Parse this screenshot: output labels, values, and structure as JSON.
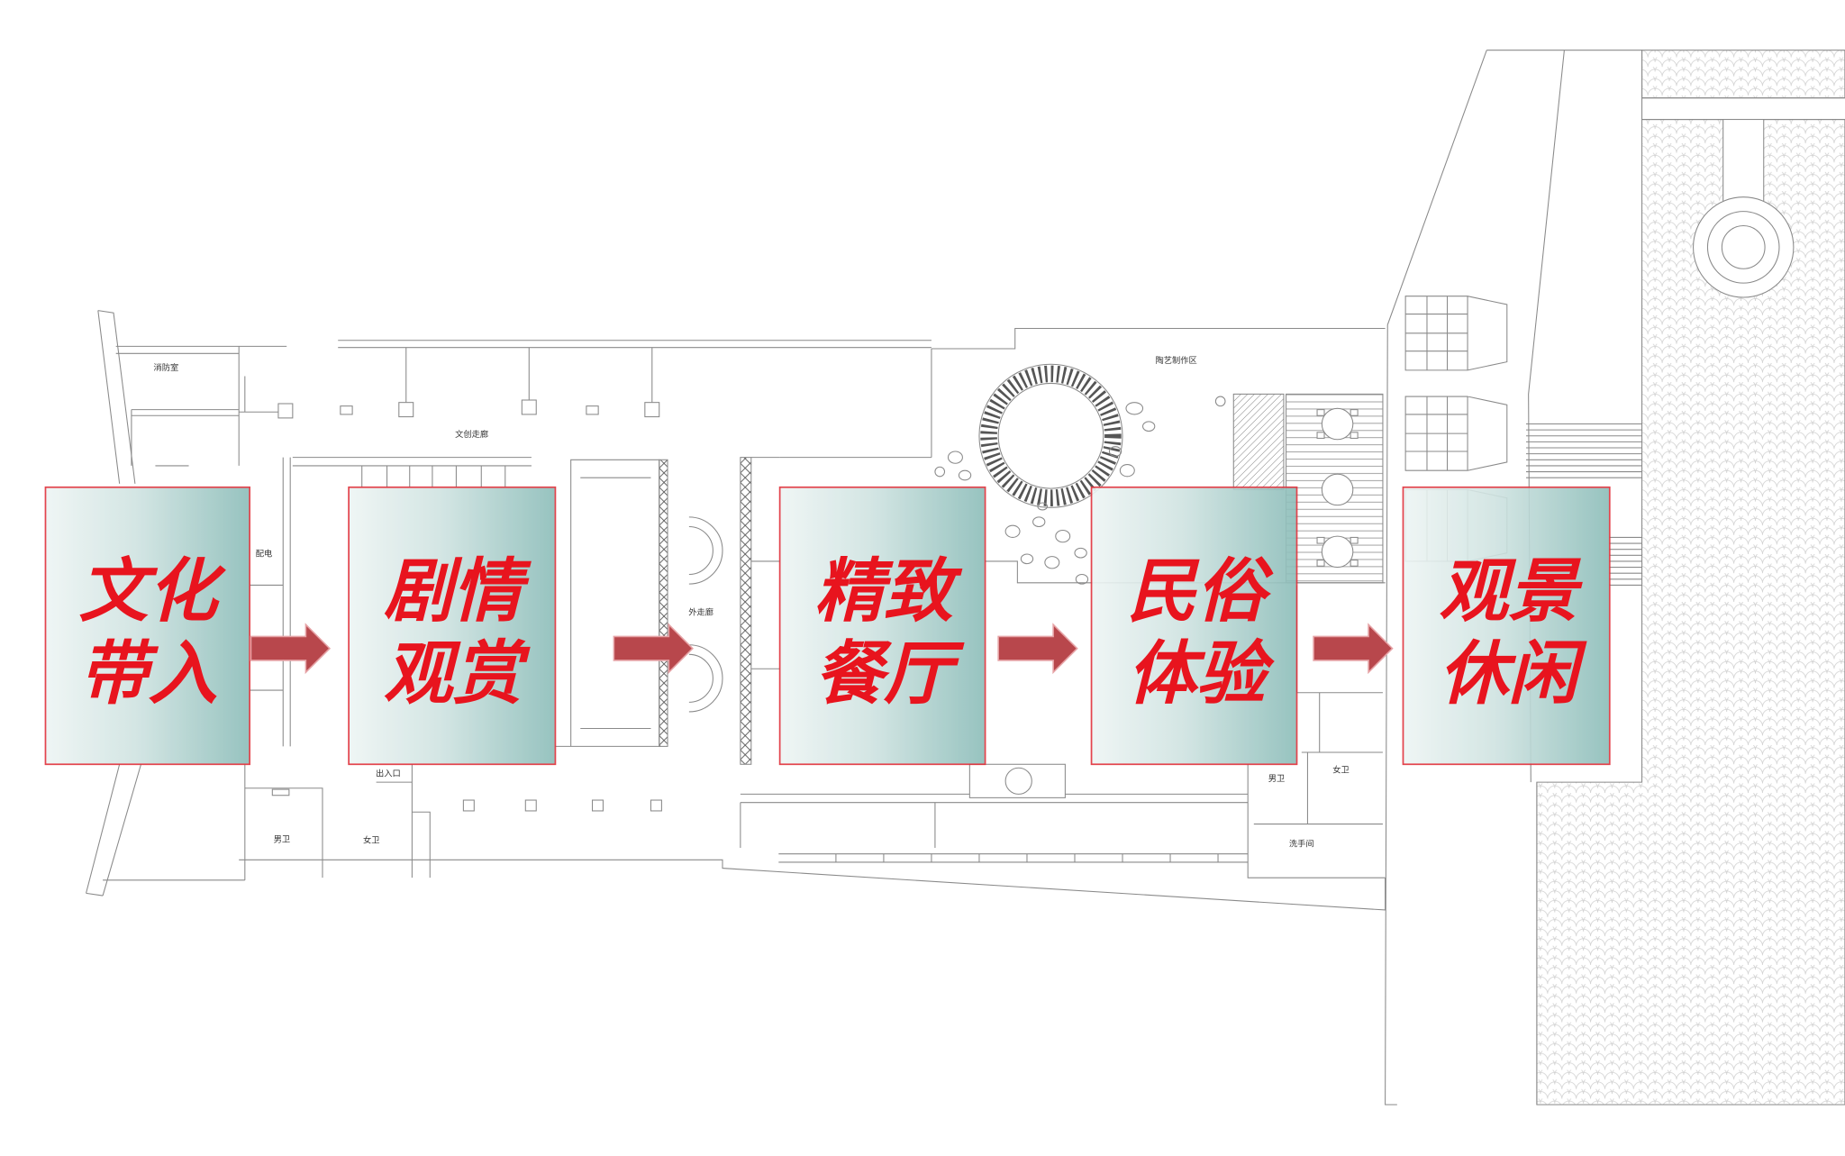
{
  "diagram": {
    "stages": [
      {
        "line1": "文化",
        "line2": "带入"
      },
      {
        "line1": "剧情",
        "line2": "观赏"
      },
      {
        "line1": "精致",
        "line2": "餐厅"
      },
      {
        "line1": "民俗",
        "line2": "体验"
      },
      {
        "line1": "观景",
        "line2": "休闲"
      }
    ]
  },
  "plan_labels": {
    "fire_control_room": "消防室",
    "power_room": "配电",
    "cultural_corridor": "文创走廊",
    "outer_corridor": "外走廊",
    "pottery_area": "陶艺制作区",
    "entrance": "出入口",
    "mens_restroom_left": "男卫",
    "womens_restroom_left": "女卫",
    "mens_restroom_right": "男卫",
    "womens_restroom_right": "女卫",
    "washroom": "洗手间"
  },
  "colors": {
    "box_border": "#e0303a",
    "stage_text": "#e8141e",
    "arrow_fill": "#b8474c",
    "arrow_edge": "#e6a3a6",
    "box_gradient_start": "#eef5f4",
    "box_gradient_end": "#8cbdb9",
    "plan_line": "#8a8a8a"
  }
}
